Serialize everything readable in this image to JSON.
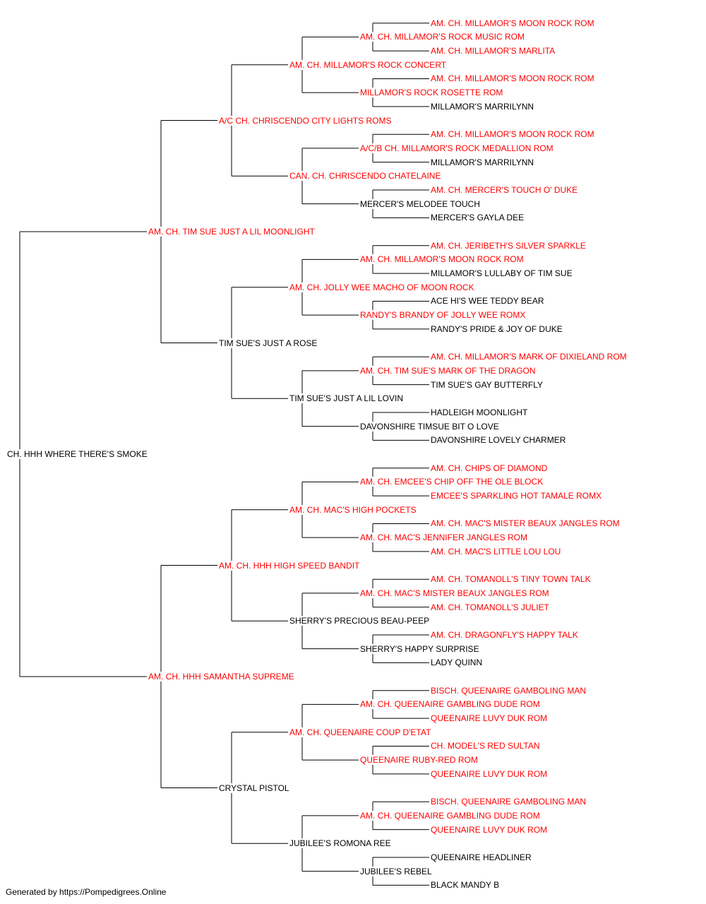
{
  "colors": {
    "champion": "#ff0000",
    "regular": "#000000",
    "line": "#000000"
  },
  "footer": "Generated by https://Pompedigrees.Online",
  "pedigree": {
    "name": "CH. HHH WHERE THERE'S SMOKE",
    "ch": false,
    "sire": {
      "name": "AM. CH. TIM SUE JUST A LIL MOONLIGHT",
      "ch": true,
      "sire": {
        "name": "A/C CH. CHRISCENDO CITY LIGHTS ROMS",
        "ch": true,
        "sire": {
          "name": "AM. CH. MILLAMOR'S ROCK CONCERT",
          "ch": true,
          "sire": {
            "name": "AM. CH. MILLAMOR'S ROCK MUSIC ROM",
            "ch": true,
            "sire": {
              "name": "AM. CH. MILLAMOR'S MOON ROCK ROM",
              "ch": true
            },
            "dam": {
              "name": "AM. CH. MILLAMOR'S MARLITA",
              "ch": true
            }
          },
          "dam": {
            "name": "MILLAMOR'S ROCK ROSETTE ROM",
            "ch": true,
            "sire": {
              "name": "AM. CH. MILLAMOR'S MOON ROCK ROM",
              "ch": true
            },
            "dam": {
              "name": "MILLAMOR'S MARRILYNN",
              "ch": false
            }
          }
        },
        "dam": {
          "name": "CAN. CH. CHRISCENDO CHATELAINE",
          "ch": true,
          "sire": {
            "name": "A/C/B CH. MILLAMOR'S ROCK MEDALLION ROM",
            "ch": true,
            "sire": {
              "name": "AM. CH. MILLAMOR'S MOON ROCK ROM",
              "ch": true
            },
            "dam": {
              "name": "MILLAMOR'S MARRILYNN",
              "ch": false
            }
          },
          "dam": {
            "name": "MERCER'S MELODEE TOUCH",
            "ch": false,
            "sire": {
              "name": "AM. CH. MERCER'S TOUCH O' DUKE",
              "ch": true
            },
            "dam": {
              "name": "MERCER'S GAYLA DEE",
              "ch": false
            }
          }
        }
      },
      "dam": {
        "name": "TIM SUE'S JUST A ROSE",
        "ch": false,
        "sire": {
          "name": "AM. CH. JOLLY WEE MACHO OF MOON ROCK",
          "ch": true,
          "sire": {
            "name": "AM. CH. MILLAMOR'S MOON ROCK ROM",
            "ch": true,
            "sire": {
              "name": "AM. CH. JERIBETH'S SILVER SPARKLE",
              "ch": true
            },
            "dam": {
              "name": "MILLAMOR'S LULLABY OF TIM SUE",
              "ch": false
            }
          },
          "dam": {
            "name": "RANDY'S BRANDY OF JOLLY WEE ROMX",
            "ch": true,
            "sire": {
              "name": "ACE HI'S WEE TEDDY BEAR",
              "ch": false
            },
            "dam": {
              "name": "RANDY'S PRIDE & JOY OF DUKE",
              "ch": false
            }
          }
        },
        "dam": {
          "name": "TIM SUE'S JUST A LIL LOVIN",
          "ch": false,
          "sire": {
            "name": "AM. CH. TIM SUE'S MARK OF THE DRAGON",
            "ch": true,
            "sire": {
              "name": "AM. CH. MILLAMOR'S MARK OF DIXIELAND ROM",
              "ch": true
            },
            "dam": {
              "name": "TIM SUE'S GAY BUTTERFLY",
              "ch": false
            }
          },
          "dam": {
            "name": "DAVONSHIRE TIMSUE BIT O LOVE",
            "ch": false,
            "sire": {
              "name": "HADLEIGH MOONLIGHT",
              "ch": false
            },
            "dam": {
              "name": "DAVONSHIRE LOVELY CHARMER",
              "ch": false
            }
          }
        }
      }
    },
    "dam": {
      "name": "AM. CH. HHH SAMANTHA SUPREME",
      "ch": true,
      "sire": {
        "name": "AM. CH. HHH HIGH SPEED BANDIT",
        "ch": true,
        "sire": {
          "name": "AM. CH. MAC'S HIGH POCKETS",
          "ch": true,
          "sire": {
            "name": "AM. CH. EMCEE'S CHIP OFF THE OLE BLOCK",
            "ch": true,
            "sire": {
              "name": "AM. CH. CHIPS OF DIAMOND",
              "ch": true
            },
            "dam": {
              "name": "EMCEE'S SPARKLING HOT TAMALE ROMX",
              "ch": true
            }
          },
          "dam": {
            "name": "AM. CH. MAC'S JENNIFER JANGLES ROM",
            "ch": true,
            "sire": {
              "name": "AM. CH. MAC'S MISTER BEAUX JANGLES ROM",
              "ch": true
            },
            "dam": {
              "name": "AM. CH. MAC'S LITTLE LOU LOU",
              "ch": true
            }
          }
        },
        "dam": {
          "name": "SHERRY'S PRECIOUS BEAU-PEEP",
          "ch": false,
          "sire": {
            "name": "AM. CH. MAC'S MISTER BEAUX JANGLES ROM",
            "ch": true,
            "sire": {
              "name": "AM. CH. TOMANOLL'S TINY TOWN TALK",
              "ch": true
            },
            "dam": {
              "name": "AM. CH. TOMANOLL'S JULIET",
              "ch": true
            }
          },
          "dam": {
            "name": "SHERRY'S HAPPY SURPRISE",
            "ch": false,
            "sire": {
              "name": "AM. CH. DRAGONFLY'S HAPPY TALK",
              "ch": true
            },
            "dam": {
              "name": "LADY QUINN",
              "ch": false
            }
          }
        }
      },
      "dam": {
        "name": "CRYSTAL PISTOL",
        "ch": false,
        "sire": {
          "name": "AM. CH. QUEENAIRE COUP D'ETAT",
          "ch": true,
          "sire": {
            "name": "AM. CH. QUEENAIRE GAMBLING DUDE ROM",
            "ch": true,
            "sire": {
              "name": "BISCH. QUEENAIRE GAMBOLING MAN",
              "ch": true
            },
            "dam": {
              "name": "QUEENAIRE LUVY DUK ROM",
              "ch": true
            }
          },
          "dam": {
            "name": "QUEENAIRE RUBY-RED ROM",
            "ch": true,
            "sire": {
              "name": "CH. MODEL'S RED SULTAN",
              "ch": true
            },
            "dam": {
              "name": "QUEENAIRE LUVY DUK ROM",
              "ch": true
            }
          }
        },
        "dam": {
          "name": "JUBILEE'S ROMONA REE",
          "ch": false,
          "sire": {
            "name": "AM. CH. QUEENAIRE GAMBLING DUDE ROM",
            "ch": true,
            "sire": {
              "name": "BISCH. QUEENAIRE GAMBOLING MAN",
              "ch": true
            },
            "dam": {
              "name": "QUEENAIRE LUVY DUK ROM",
              "ch": true
            }
          },
          "dam": {
            "name": "JUBILEE'S REBEL",
            "ch": false,
            "sire": {
              "name": "QUEENAIRE HEADLINER",
              "ch": false
            },
            "dam": {
              "name": "BLACK MANDY B",
              "ch": false
            }
          }
        }
      }
    }
  }
}
